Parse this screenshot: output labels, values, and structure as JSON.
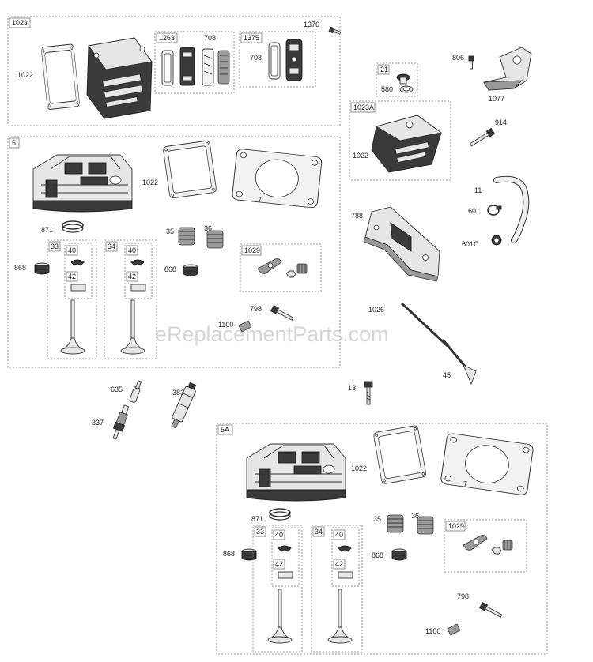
{
  "watermark": "eReplacementParts.com",
  "groups": {
    "g1023": "1023",
    "g1263": "1263",
    "g1375": "1375",
    "g21": "21",
    "g1023A": "1023A",
    "g5": "5",
    "g33a": "33",
    "g34a": "34",
    "g1029a": "1029",
    "g5A": "5A",
    "g33b": "33",
    "g34b": "34",
    "g1029b": "1029"
  },
  "callouts": {
    "c1022_top": "1022",
    "c708_a": "708",
    "c708_b": "708",
    "c1376": "1376",
    "c806": "806",
    "c1077": "1077",
    "c580": "580",
    "c914": "914",
    "c1022_1023A": "1022",
    "c11": "11",
    "c601": "601",
    "c601C": "601C",
    "c788": "788",
    "c1026": "1026",
    "c45": "45",
    "c13": "13",
    "c1022_5": "1022",
    "c7_5": "7",
    "c871_5": "871",
    "c868_5a": "868",
    "c40_33a": "40",
    "c42_33a": "42",
    "c40_34a": "40",
    "c42_34a": "42",
    "c35_5": "35",
    "c36_5": "36",
    "c868_5b": "868",
    "c798_5": "798",
    "c1100_5": "1100",
    "c635": "635",
    "c337": "337",
    "c383": "383",
    "c1022_5A": "1022",
    "c7_5A": "7",
    "c871_5A": "871",
    "c868_5Aa": "868",
    "c40_33b": "40",
    "c42_33b": "42",
    "c40_34b": "40",
    "c42_34b": "42",
    "c35_5A": "35",
    "c36_5A": "36",
    "c868_5Ab": "868",
    "c798_5A": "798",
    "c1100_5A": "1100"
  }
}
